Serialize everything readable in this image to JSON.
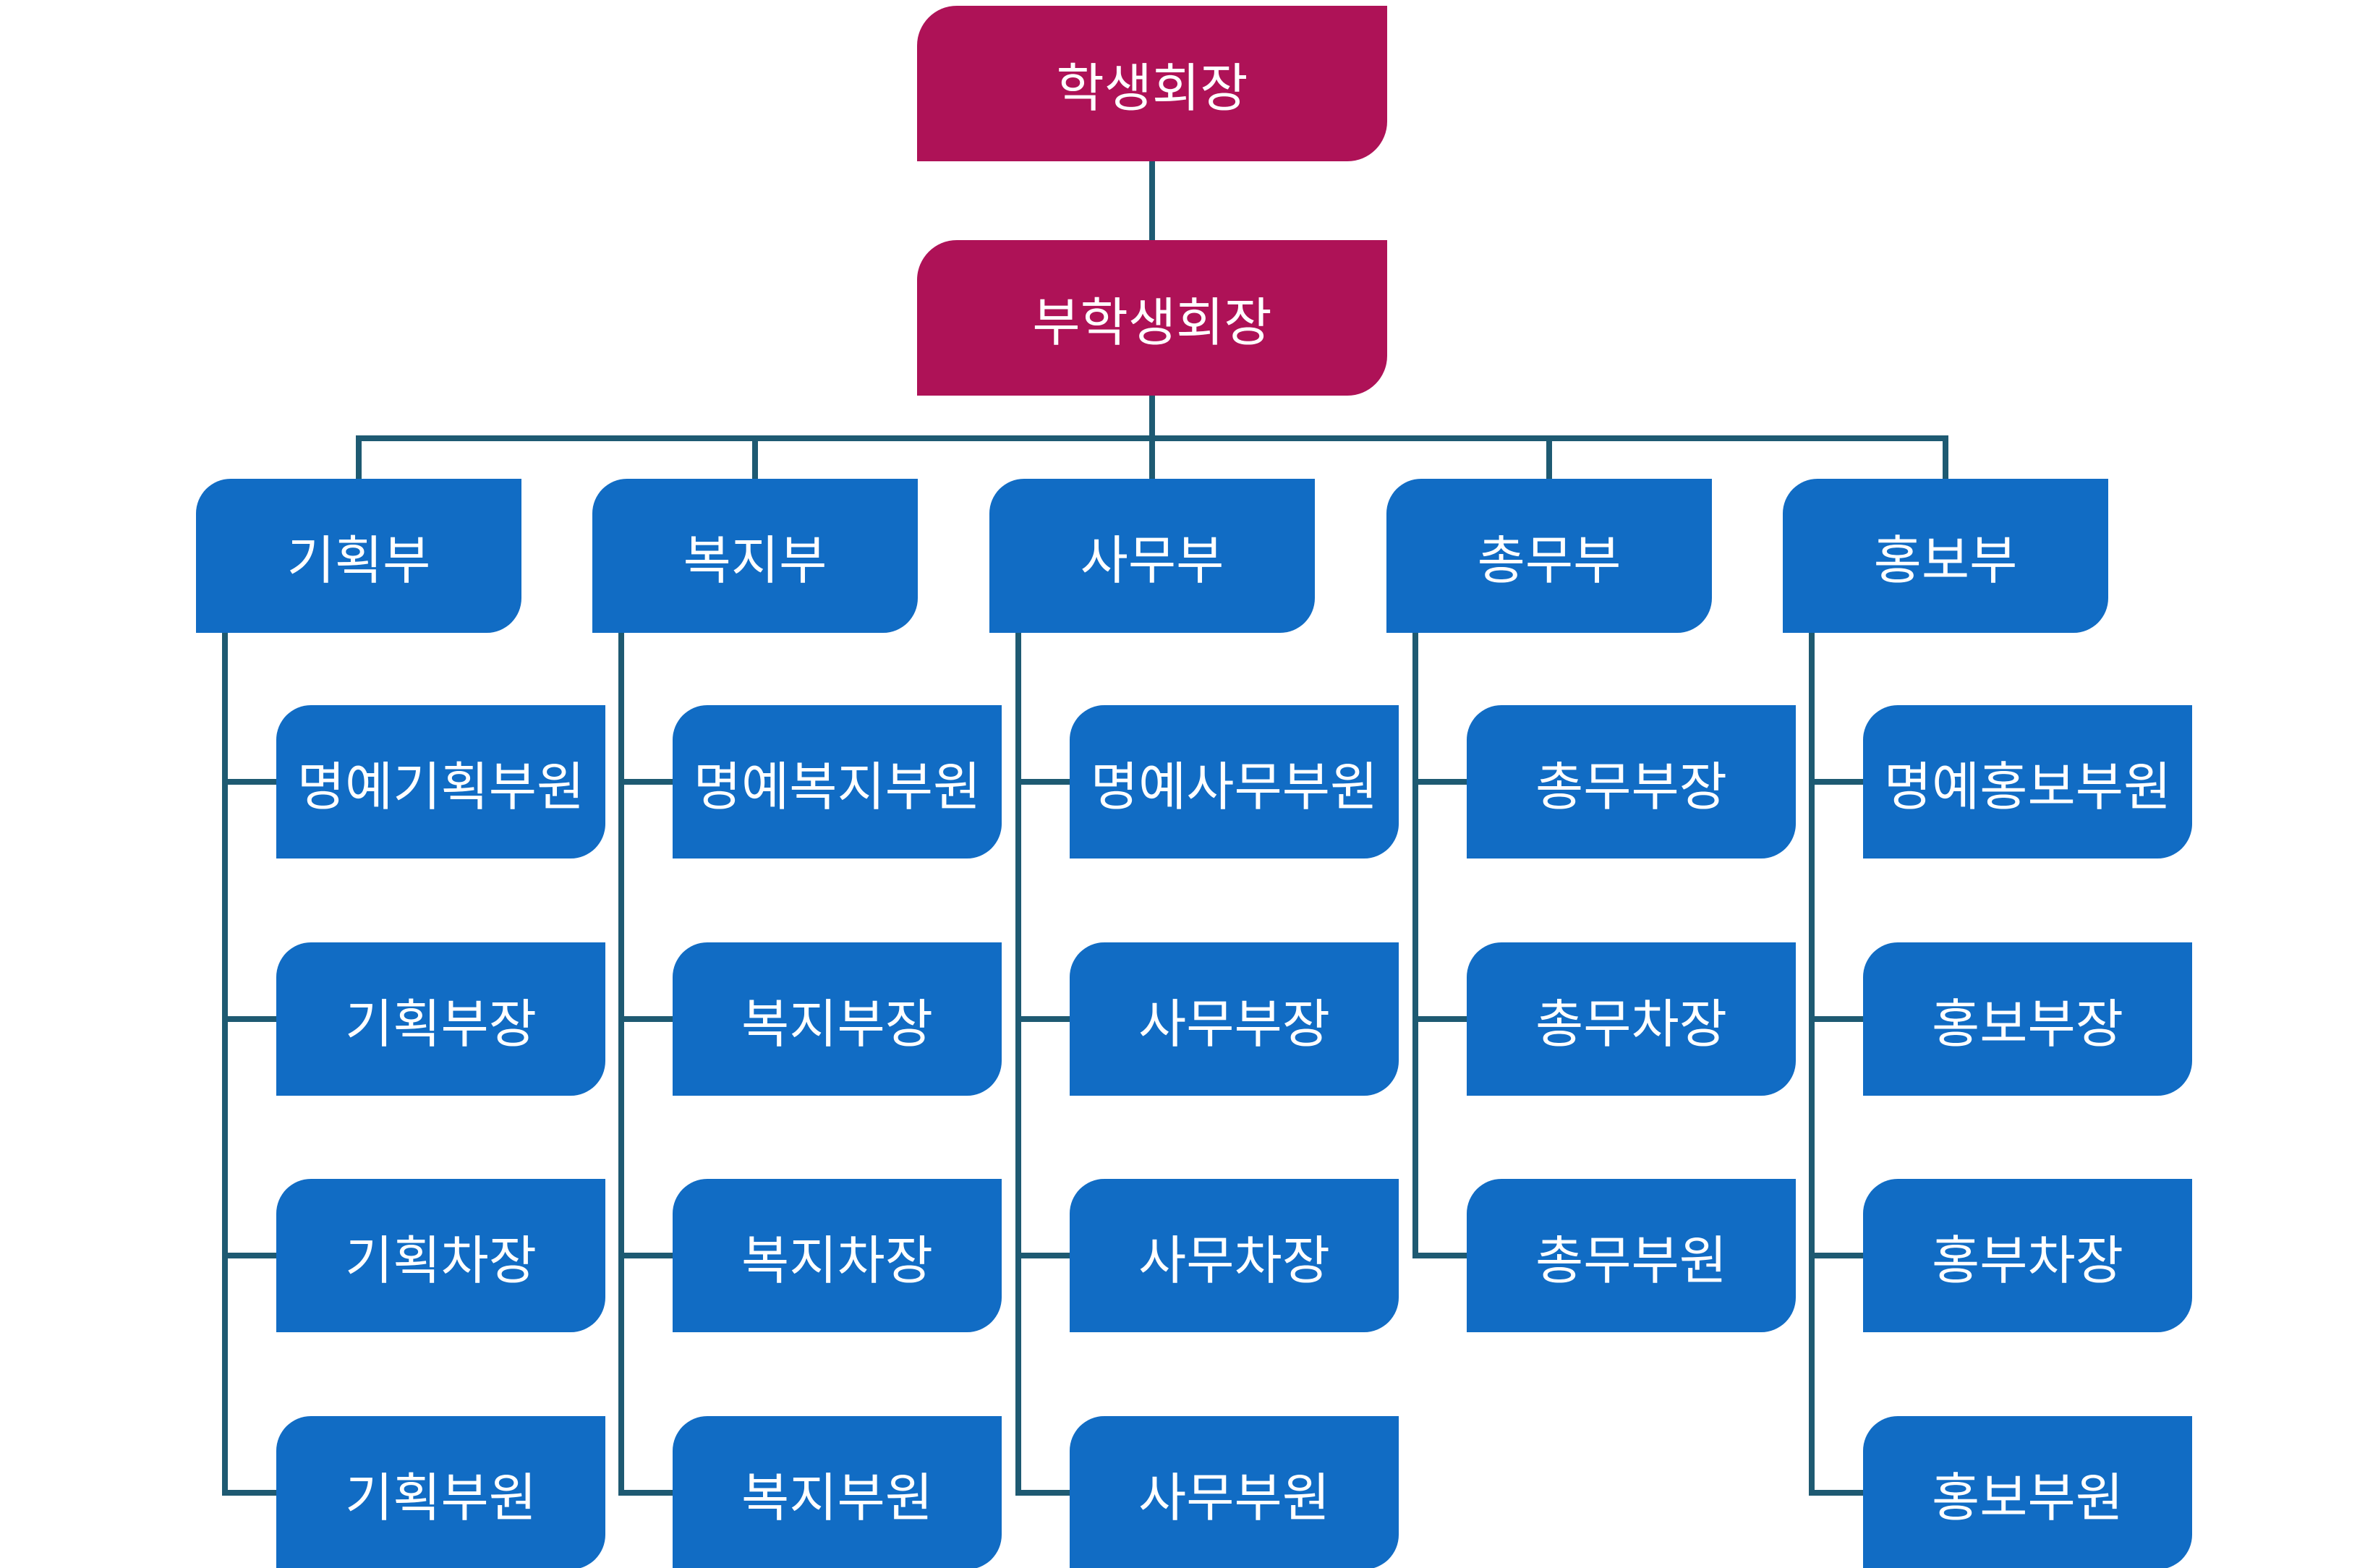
{
  "org_chart": {
    "title": "student-council-organization-chart",
    "president": {
      "label": "학생회장"
    },
    "vice_president": {
      "label": "부학생회장"
    },
    "departments": [
      {
        "label": "기획부",
        "members": [
          "명예기획부원",
          "기획부장",
          "기획차장",
          "기획부원"
        ]
      },
      {
        "label": "복지부",
        "members": [
          "명예복지부원",
          "복지부장",
          "복지차장",
          "복지부원"
        ]
      },
      {
        "label": "사무부",
        "members": [
          "명예사무부원",
          "사무부장",
          "사무차장",
          "사무부원"
        ]
      },
      {
        "label": "총무부",
        "members": [
          "총무부장",
          "총무차장",
          "총무부원"
        ]
      },
      {
        "label": "홍보부",
        "members": [
          "명예홍보부원",
          "홍보부장",
          "홍부차장",
          "홍보부원"
        ]
      }
    ],
    "colors": {
      "executive": "#AE1257",
      "department": "#116CC4",
      "connector": "#1E5A72",
      "text": "#FFFFFF"
    }
  }
}
